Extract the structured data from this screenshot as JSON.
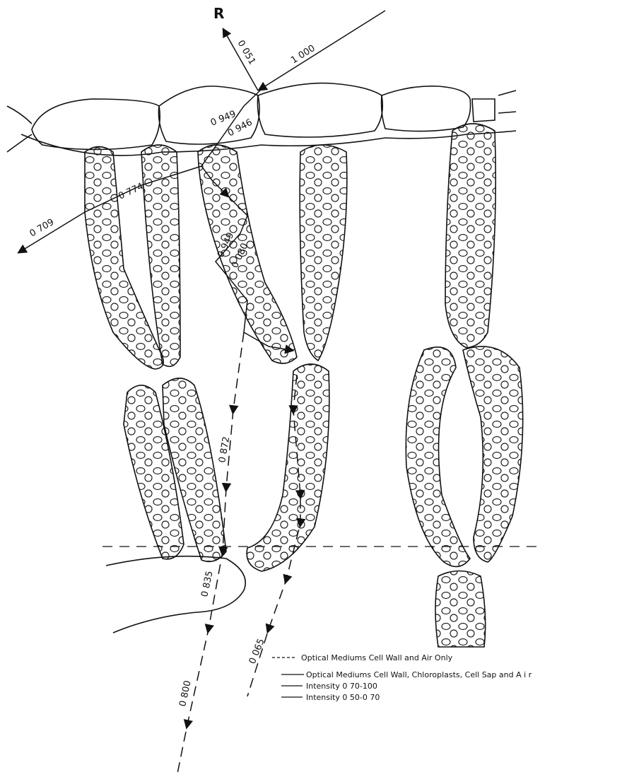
{
  "figure": {
    "reflected_marker": "R",
    "path_labels": {
      "reflected": "0 051",
      "incident": "1 000",
      "transmitted_a": "0 949",
      "transmitted_b": "0 946",
      "ray_a": "0 774",
      "ray_b": "0 709",
      "ray_c": "0 949",
      "ray_d": "0 080",
      "ray_e": "0 872",
      "ray_f": "0 835",
      "ray_g": "0 800",
      "ray_h": "0 065"
    },
    "legend": [
      {
        "text": "Optical Mediums Cell Wall and Air Only",
        "line": "dashed"
      },
      {
        "text": "Optical Mediums Cell Wall, Chloroplasts, Cell Sap and  A i r",
        "line": "solid"
      },
      {
        "text": "Intensity 0 70-100",
        "line": "solid"
      },
      {
        "text": "Intensity 0 50-0 70",
        "line": "solid"
      }
    ]
  }
}
